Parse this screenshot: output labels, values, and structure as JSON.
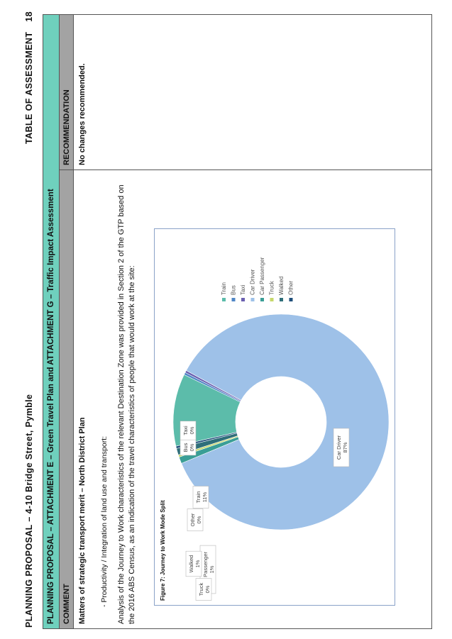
{
  "header": {
    "title": "PLANNING PROPOSAL – 4-10 Bridge Street, Pymble",
    "section": "TABLE OF ASSESSMENT",
    "page_number": "18"
  },
  "table": {
    "title": "PLANNING PROPOSAL – ATTACHMENT E – Green Travel Plan and ATTACHMENT G – Traffic Impact Assessment",
    "col_comment": "COMMENT",
    "col_recommendation": "RECOMMENDATION",
    "comment": {
      "heading": "Matters of strategic transport merit – North District Plan",
      "bullet": "-   Productivity / Integration of land use and transport:",
      "paragraph": "Analysis of the Journey to Work characteristics of the relevant Destination Zone was provided in Section 2 of the GTP based on the 2016 ABS Census, as an indication of the travel characteristics of people that would work at the site:"
    },
    "recommendation": "No changes recommended."
  },
  "figure": {
    "caption": "Figure 7: Journey to Work Mode Split"
  },
  "chart_data": {
    "type": "pie",
    "donut": true,
    "categories": [
      "Train",
      "Bus",
      "Taxi",
      "Car Driver",
      "Car Passenger",
      "Truck",
      "Walked",
      "Other"
    ],
    "values": [
      11,
      0,
      0,
      87,
      1,
      0,
      1,
      0
    ],
    "data_labels": [
      "11%",
      "0%",
      "0%",
      "87%",
      "1%",
      "0%",
      "1%",
      "0%"
    ],
    "colors": [
      "#5cbcaa",
      "#4f86c6",
      "#6a5fb0",
      "#9ec1e8",
      "#3a9e96",
      "#c6d86a",
      "#2f6f7a",
      "#1f4f7a"
    ],
    "legend_position": "right"
  }
}
